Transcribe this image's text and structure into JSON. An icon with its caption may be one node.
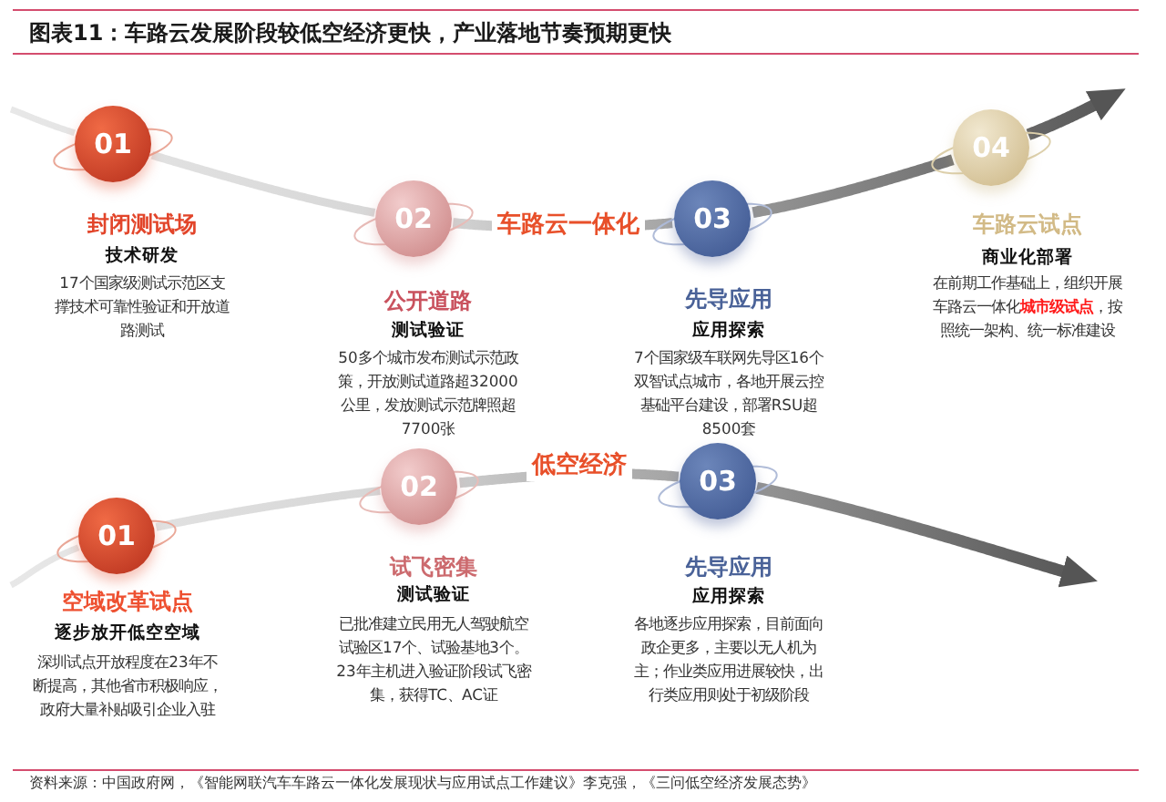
{
  "diagram": {
    "title": "图表11：车路云发展阶段较低空经济更快，产业落地节奏预期更快",
    "caption": "资料来源：中国政府网，《智能网联汽车车路云一体化发展现状与应用试点工作建议》李克强，《三问低空经济发展态势》",
    "nodes": [
      {
        "text": [
          "01"
        ],
        "beside": [
          "封闭测试场",
          "技术研发",
          "17个国家级测试示范区支撑技术可靠性验证和开放道路测试"
        ]
      },
      {
        "text": [
          "02"
        ],
        "beside": [
          "公开道路",
          "测试验证",
          "50多个城市发布测试示范政策，开放测试道路超32000公里，发放测试示范牌照超7700张"
        ]
      },
      {
        "text": [
          "03"
        ],
        "beside": [
          "先导应用",
          "应用探索",
          "7个国家级车联网先导区16个双智试点城市，各地开展云控基础平台建设，部署RSU超8500套"
        ]
      },
      {
        "text": [
          "04"
        ],
        "beside": [
          "车路云试点",
          "商业化部署",
          "在前期工作基础上，组织开展车路云一体化**城市级试点**，按照统一架构、统一标准建设"
        ]
      },
      {
        "text": [
          "01"
        ],
        "beside": [
          "空域改革试点",
          "逐步放开低空空域",
          "深圳试点开放程度在23年不断提高，其他省市积极响应，政府大量补贴吸引企业入驻"
        ]
      },
      {
        "text": [
          "02"
        ],
        "beside": [
          "试飞密集",
          "测试验证",
          "已批准建立民用无人驾驶航空试验区17个、试验基地3个。23年主机进入验证阶段试飞密集，获得TC、AC证"
        ]
      },
      {
        "text": [
          "03"
        ],
        "beside": [
          "先导应用",
          "应用探索",
          "各地逐步应用探索，目前面向政企更多，主要以无人机为主；作业类应用进展较快，出行类应用则处于初级阶段"
        ]
      }
    ],
    "edges": [
      {
        "from": null,
        "to": 0,
        "arrow": "none"
      },
      {
        "from": 0,
        "to": 1,
        "arrow": "none"
      },
      {
        "from": 1,
        "to": 2,
        "arrow": "none",
        "label": "车路云一体化"
      },
      {
        "from": 2,
        "to": 3,
        "arrow": "none"
      },
      {
        "from": 3,
        "to": null,
        "arrow": "to"
      },
      {
        "from": null,
        "to": 4,
        "arrow": "none"
      },
      {
        "from": 4,
        "to": 5,
        "arrow": "none"
      },
      {
        "from": 5,
        "to": 6,
        "arrow": "none",
        "label": "低空经济"
      },
      {
        "from": 6,
        "to": null,
        "arrow": "to"
      }
    ]
  }
}
